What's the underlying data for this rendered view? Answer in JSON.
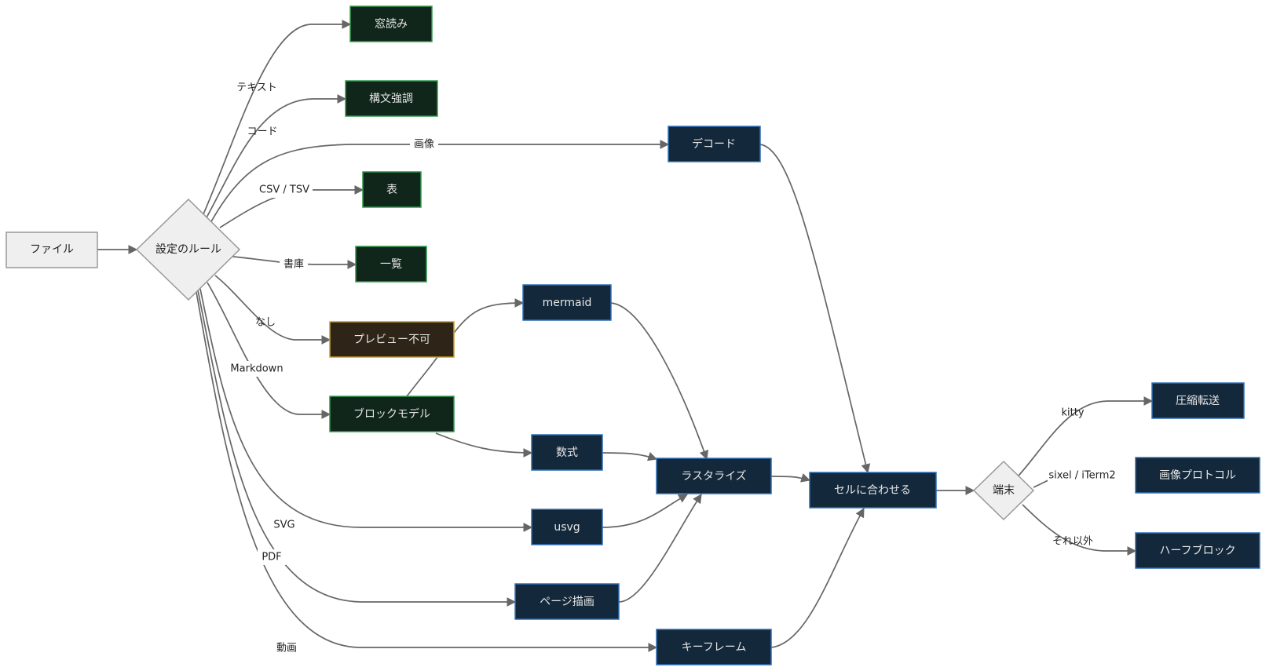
{
  "colors": {
    "green_fill": "#10261a",
    "green_stroke": "#2f9a4a",
    "blue_fill": "#13283a",
    "blue_stroke": "#2f6fb8",
    "amber_fill": "#2e2417",
    "amber_stroke": "#c9a227",
    "light_fill": "#efefef",
    "light_stroke": "#999999",
    "edge": "#666666"
  },
  "nodes": {
    "file": "ファイル",
    "rules": "設定のルール",
    "pager": "窓読み",
    "syntax": "構文強調",
    "decode": "デコード",
    "table": "表",
    "library": "一覧",
    "no_preview": "プレビュー不可",
    "mermaid": "mermaid",
    "block_model": "ブロックモデル",
    "math": "数式",
    "rasterize": "ラスタライズ",
    "fit_cell": "セルに合わせる",
    "terminal": "端末",
    "compress": "圧縮転送",
    "image_protocol": "画像プロトコル",
    "half_block": "ハーフブロック",
    "usvg": "usvg",
    "page_render": "ページ描画",
    "keyframe": "キーフレーム"
  },
  "edge_labels": {
    "text": "テキスト",
    "code": "コード",
    "image": "画像",
    "csv": "CSV / TSV",
    "library": "書庫",
    "none": "なし",
    "markdown": "Markdown",
    "svg": "SVG",
    "pdf": "PDF",
    "video": "動画",
    "kitty": "kitty",
    "sixel": "sixel / iTerm2",
    "other": "それ以外"
  }
}
